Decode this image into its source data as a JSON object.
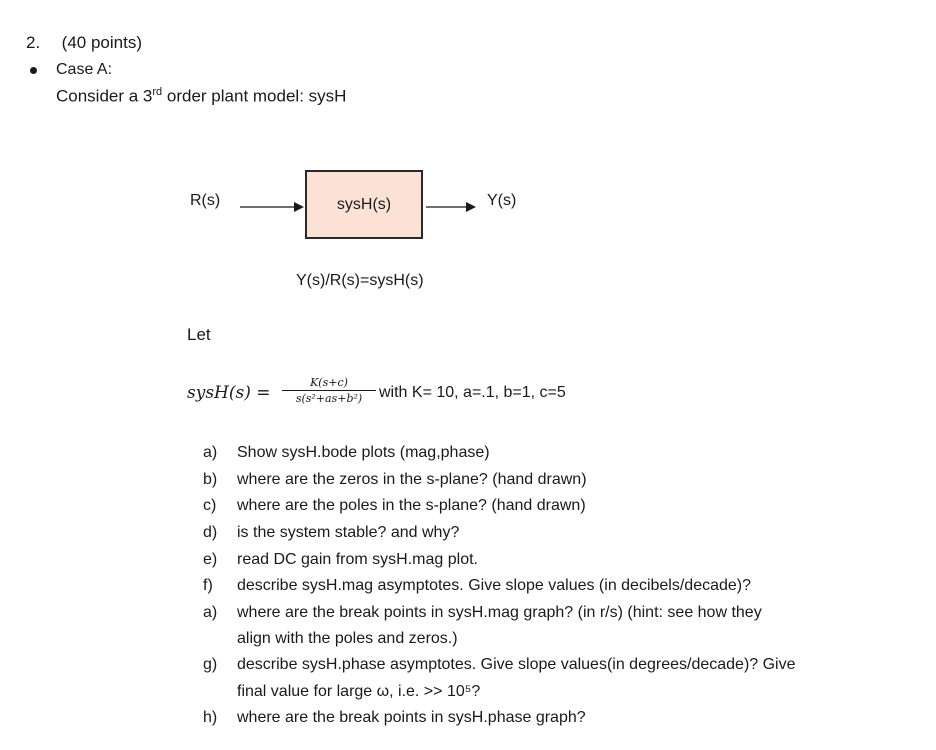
{
  "problem": {
    "number_label": "2.",
    "points_label": "(40 points)",
    "case_label": "Case A:",
    "consider_prefix": "Consider a 3",
    "consider_sup": "rd",
    "consider_suffix": " order plant model: sysH"
  },
  "diagram": {
    "input_label": "R(s)",
    "block_label": "sysH(s)",
    "output_label": "Y(s)",
    "transfer_equation": "Y(s)/R(s)=sysH(s)"
  },
  "equation": {
    "let_label": "Let",
    "lhs": "sysH(s) =",
    "numerator": "K(s+c)",
    "denominator": "s(s²+as+b²)",
    "params_text": "with K= 10, a=.1, b=1, c=5"
  },
  "questions": [
    {
      "letter": "a)",
      "lines": [
        "Show sysH.bode plots (mag,phase)"
      ]
    },
    {
      "letter": "b)",
      "lines": [
        "where are the zeros in the s-plane? (hand drawn)"
      ]
    },
    {
      "letter": "c)",
      "lines": [
        "where are the poles in the s-plane? (hand drawn)"
      ]
    },
    {
      "letter": "d)",
      "lines": [
        "is the system stable? and why?"
      ]
    },
    {
      "letter": "e)",
      "lines": [
        "read DC gain from sysH.mag plot."
      ]
    },
    {
      "letter": "f)",
      "lines": [
        "describe sysH.mag asymptotes. Give slope values (in decibels/decade)?"
      ]
    },
    {
      "letter": "a)",
      "lines": [
        "where are the break points in sysH.mag graph? (in r/s) (hint: see how they",
        "align with the poles and zeros.)"
      ]
    },
    {
      "letter": "g)",
      "lines": [
        "describe sysH.phase asymptotes. Give slope values(in degrees/decade)? Give",
        "final value for large ω, i.e.  >> 10⁵?"
      ]
    },
    {
      "letter": "h)",
      "lines": [
        "where are the break points in sysH.phase graph?"
      ]
    }
  ]
}
